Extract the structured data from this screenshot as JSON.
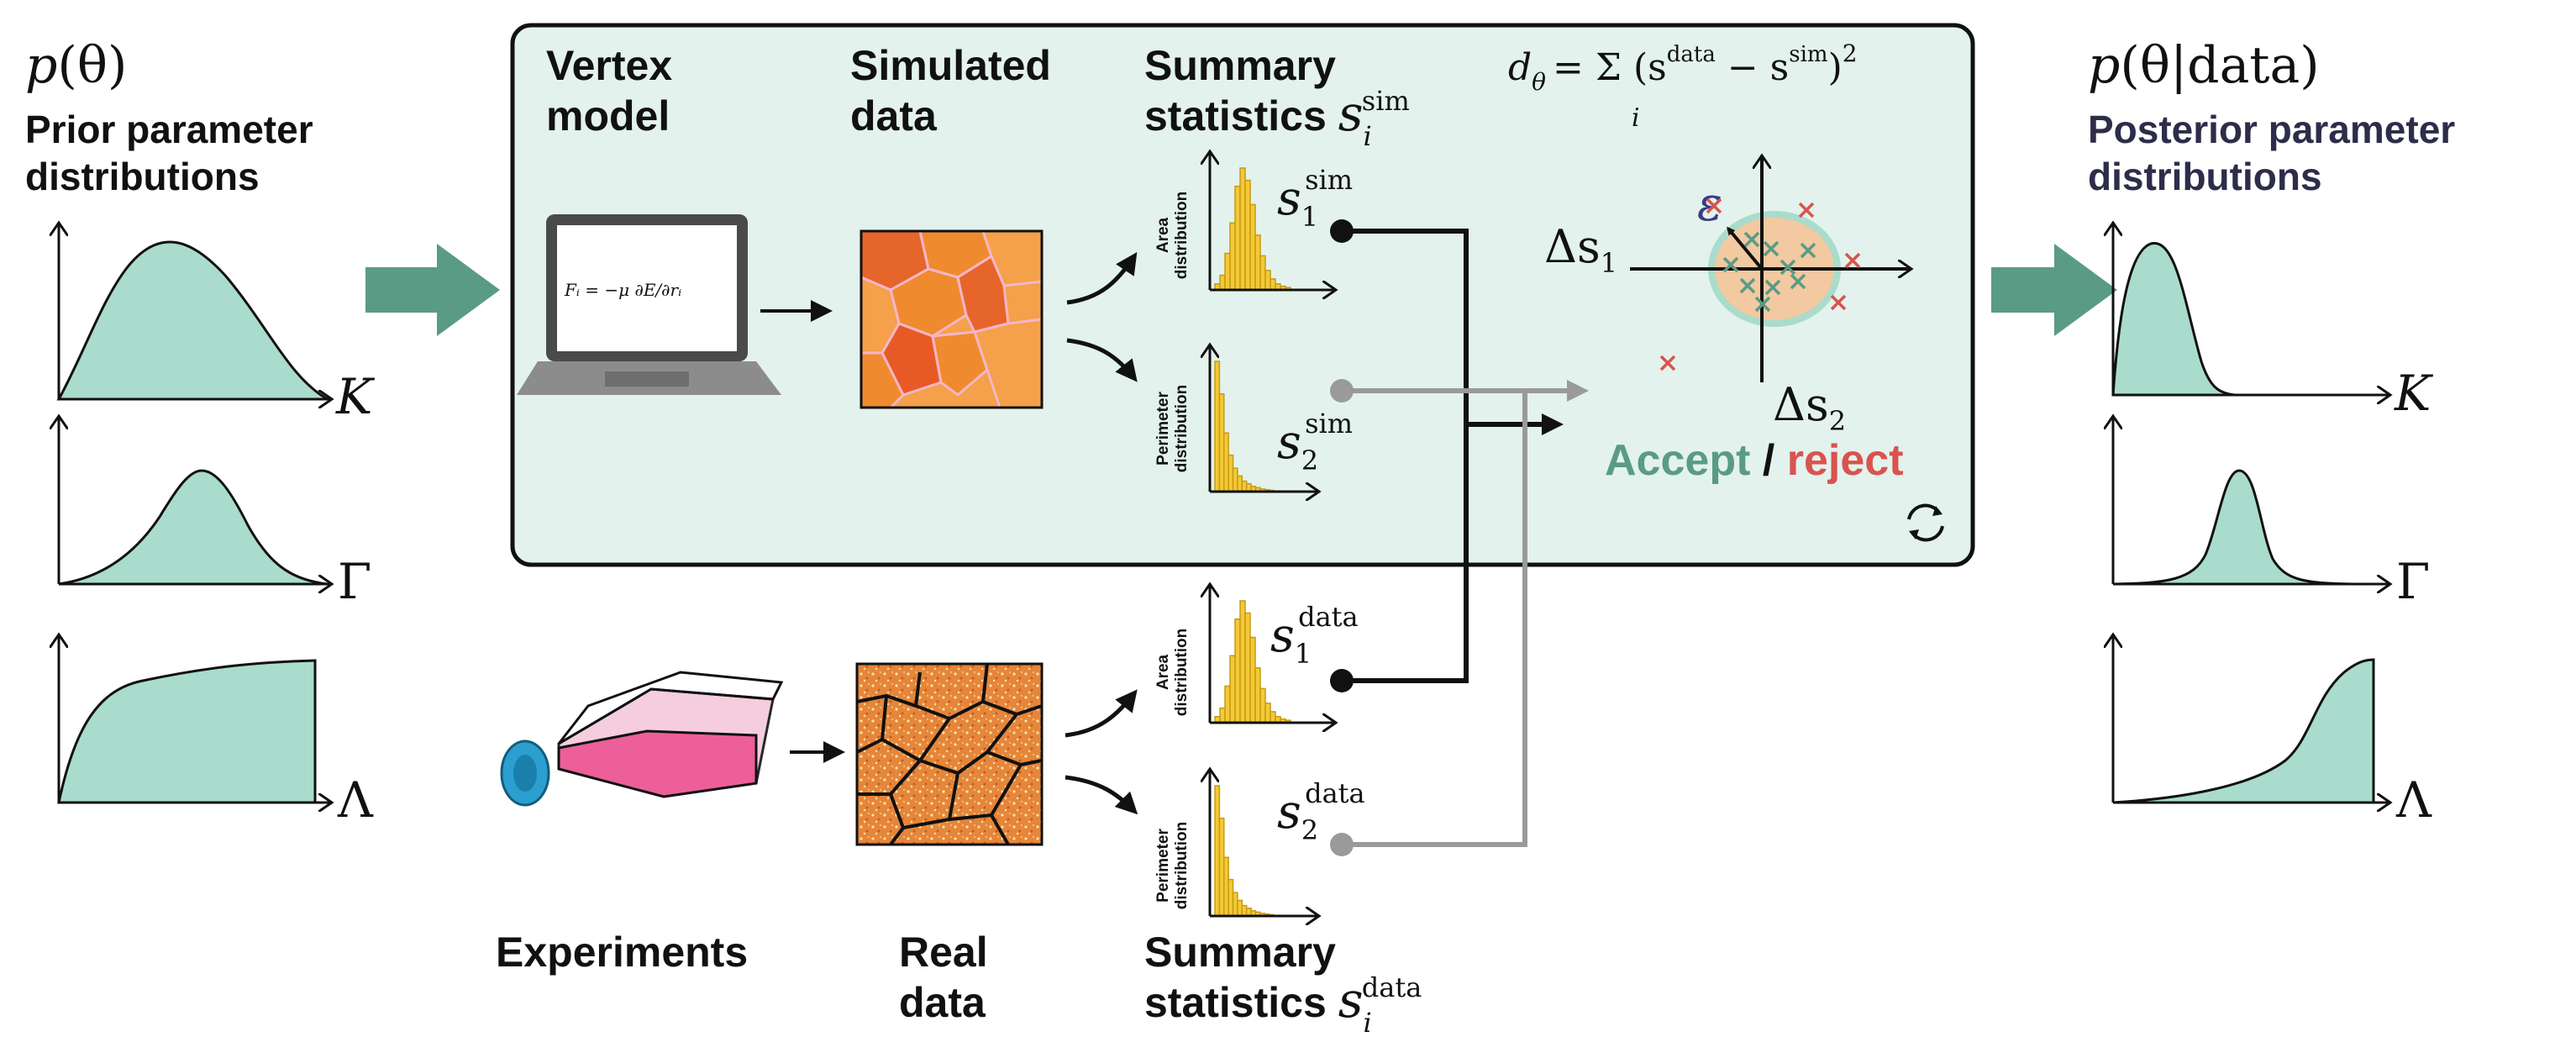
{
  "colors": {
    "prior_fill": "#a9dccc",
    "panel_fill": "#e3f2ec",
    "green_arrow": "#5a9b86",
    "hist_fill": "#f5c936",
    "accept": "#5a9b86",
    "reject": "#d9534f",
    "cells_sim": "#f08a2e",
    "cells_real": "#e5863a",
    "flask_pink": "#ec5f9a",
    "flask_cap": "#2b9fd0",
    "epsilon": "#3b3b82",
    "gray_line": "#9a9a9a",
    "posterior_title": "#2d2d4a"
  },
  "prior": {
    "symbol_p": "p",
    "symbol_theta": "(θ)",
    "title_line1": "Prior parameter",
    "title_line2": "distributions",
    "axis_K": "K",
    "axis_Gamma": "Γ",
    "axis_Lambda": "Λ"
  },
  "panel": {
    "vertex_line1": "Vertex",
    "vertex_line2": "model",
    "simulated_line1": "Simulated",
    "simulated_line2": "data",
    "summary_line1": "Summary",
    "summary_line2": "statistics",
    "formula_d": "d",
    "formula_theta": "θ",
    "formula_rest": "= Σ (s",
    "formula_data": "data",
    "formula_minus": " − s",
    "formula_sim": "sim",
    "formula_close": ")",
    "formula_sq": "2",
    "formula_i": "i",
    "laptop_formula": "Fᵢ = −μ ∂E/∂rᵢ",
    "delta_s1": "Δs",
    "delta_s1_sub": "1",
    "delta_s2": "Δs",
    "delta_s2_sub": "2",
    "epsilon": "ε",
    "accept": "Accept",
    "slash": " / ",
    "reject": "reject"
  },
  "stats": {
    "s": "s",
    "sim": "sim",
    "data": "data",
    "i": "i",
    "one": "1",
    "two": "2",
    "area_line1": "Area",
    "area_line2": "distribution",
    "perim_line1": "Perimeter",
    "perim_line2": "distribution"
  },
  "bottom": {
    "experiments": "Experiments",
    "real_line1": "Real",
    "real_line2": "data",
    "summary_line1": "Summary",
    "summary_line2": "statistics"
  },
  "posterior": {
    "symbol_p": "p",
    "symbol_rest": "(θ|data)",
    "title_line1": "Posterior parameter",
    "title_line2": "distributions",
    "axis_K": "K",
    "axis_Gamma": "Γ",
    "axis_Lambda": "Λ"
  }
}
